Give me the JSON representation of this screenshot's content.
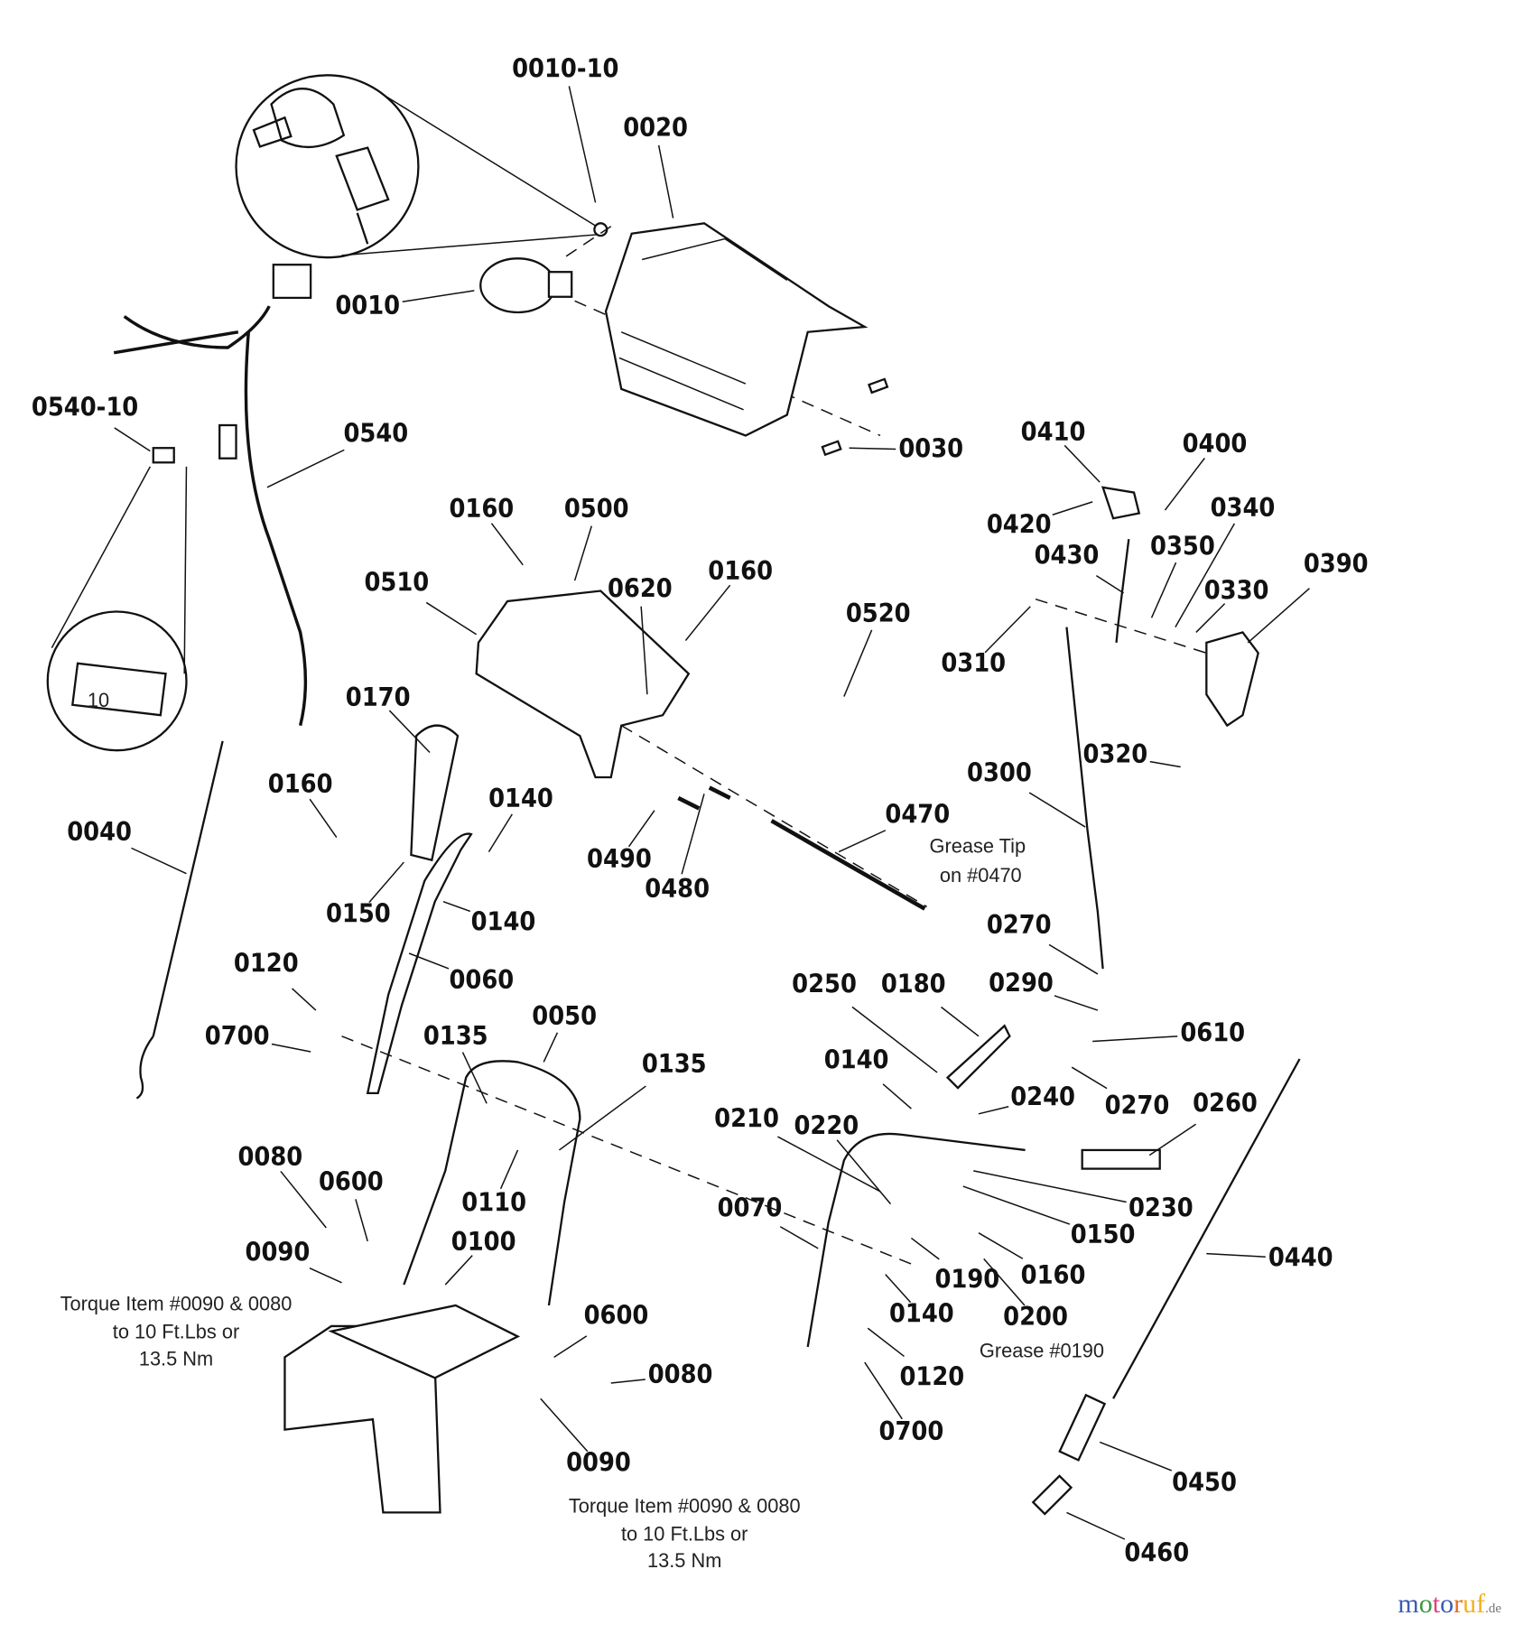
{
  "labels": [
    "0010-10",
    "0020",
    "0010",
    "0540-10",
    "0540",
    "0030",
    "0410",
    "0400",
    "0420",
    "0340",
    "0430",
    "0350",
    "0390",
    "0330",
    "0310",
    "0160",
    "0500",
    "0510",
    "0620",
    "0160",
    "0520",
    "0170",
    "0320",
    "0300",
    "0160",
    "0140",
    "0040",
    "0490",
    "0480",
    "0470",
    "0150",
    "0140",
    "0270",
    "0060",
    "0120",
    "0250",
    "0180",
    "0290",
    "0050",
    "0700",
    "0135",
    "0135",
    "0610",
    "0140",
    "0240",
    "0270",
    "0260",
    "0210",
    "0220",
    "0080",
    "0600",
    "0110",
    "0230",
    "0070",
    "0150",
    "0090",
    "0100",
    "0440",
    "0190",
    "0160",
    "0140",
    "0200",
    "0600",
    "0080",
    "0120",
    "0700",
    "0090",
    "0450",
    "0460"
  ],
  "notes": {
    "grease_tip_1": "Grease Tip",
    "grease_tip_2": "on #0470",
    "grease_0190": "Grease #0190",
    "torque_left_1": "Torque Item #0090 & 0080",
    "torque_left_2": "to 10 Ft.Lbs or",
    "torque_left_3": "13.5 Nm",
    "torque_bottom_1": "Torque Item #0090 & 0080",
    "torque_bottom_2": "to 10 Ft.Lbs or",
    "torque_bottom_3": "13.5 Nm"
  },
  "fuse_rating": "10",
  "watermark": {
    "main": "motoruf",
    "suffix": ".de",
    "colors": [
      "#3b5db0",
      "#3a9a3a",
      "#e04080",
      "#3b5db0",
      "#e07020",
      "#f0b020",
      "#f0b020"
    ]
  }
}
